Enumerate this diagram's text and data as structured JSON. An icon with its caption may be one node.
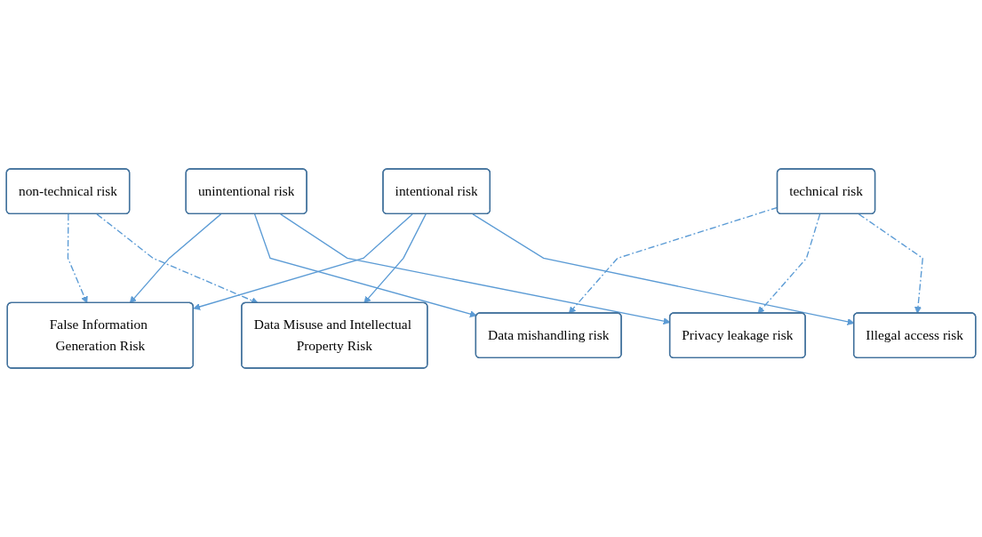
{
  "diagram": {
    "nodes": [
      {
        "text": [
          "False Information Generation Risk"
        ]
      },
      {
        "text": [
          "non-technical risk"
        ]
      },
      {
        "text": [
          "Data mishandling risk"
        ]
      },
      {
        "text": [
          "unintentional risk"
        ]
      },
      {
        "text": [
          "intentional risk"
        ]
      },
      {
        "text": [
          "Data Misuse and Intellectual Property Risk"
        ]
      },
      {
        "text": [
          "Privacy leakage risk"
        ]
      },
      {
        "text": [
          "Illegal access risk"
        ]
      },
      {
        "text": [
          "technical risk"
        ]
      }
    ],
    "edges": [
      {
        "from": 3,
        "to": 0,
        "arrow": "to"
      },
      {
        "from": 3,
        "to": 2,
        "arrow": "to"
      },
      {
        "from": 3,
        "to": 6,
        "arrow": "to"
      },
      {
        "from": 4,
        "to": 0,
        "arrow": "to"
      },
      {
        "from": 4,
        "to": 5,
        "arrow": "to"
      },
      {
        "from": 4,
        "to": 7,
        "arrow": "to"
      },
      {
        "from": 1,
        "to": 0,
        "arrow": "to",
        "style": "dashed"
      },
      {
        "from": 1,
        "to": 5,
        "arrow": "to",
        "style": "dashed"
      },
      {
        "from": 8,
        "to": 2,
        "arrow": "to",
        "style": "dashed"
      },
      {
        "from": 8,
        "to": 6,
        "arrow": "to",
        "style": "dashed"
      },
      {
        "from": 8,
        "to": 7,
        "arrow": "to",
        "style": "dashed"
      }
    ]
  }
}
